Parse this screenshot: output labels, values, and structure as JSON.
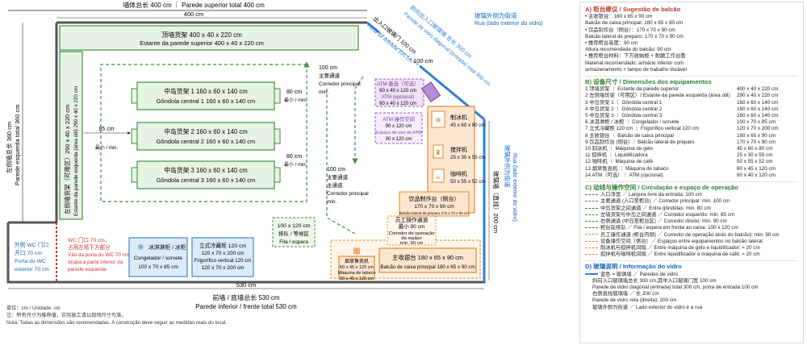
{
  "dims": {
    "top_total": "墙体总长 400 cm ｜ Parede superior total 400 cm",
    "top_400": "400 cm",
    "left_total_cn": "左侧墙总长 360 cm",
    "left_total_pt": "Parede esquerda total 360 cm",
    "bottom_530": "530 cm",
    "bottom_cn": "前墙 / 底墙总长 530 cm",
    "bottom_pt": "Parede inferior / frente total 530 cm",
    "right_glass_cn": "玻璃墙（直线）200 cm",
    "right_glass_pt": "Rua (lado exterior do vidro)",
    "right_glass_side": "玻璃外侧为街道",
    "diag_cn": "斜向出入口玻璃墙 总长 300 cm",
    "diag_pt": "Parede de vidro diagonal (entrada) total 300 cm",
    "entry_cn": "出入口玻璃门 100 cm",
    "entry_pt": "Porta de entrada 100 cm",
    "entry_100": "100 cm",
    "street_cn": "玻璃外侧为街道",
    "street_pt": "Rua (lado exterior do vidro)"
  },
  "zones": {
    "top_shelf_cn": "顶墙货架  400 x 40 x 220 cm",
    "top_shelf_pt": "Estante da parede superior  400 x 40 x 220 cm",
    "left_shelf_cn": "左侧墙货架（可用区）290 x 40 x 220 cm",
    "left_shelf_pt": "Estante da parede esquerda (área útil) 290 x 40 x 220 cm",
    "g1_cn": "中岛货架 1  160 x 60 x 140 cm",
    "g1_pt": "Gôndola central 1  160 x 60 x 140 cm",
    "g2_cn": "中岛货架 2  160 x 60 x 140 cm",
    "g2_pt": "Gôndola central 2  160 x 60 x 140 cm",
    "g3_cn": "中岛货架 3  160 x 60 x 140 cm",
    "g3_pt": "Gôndola central 3  160 x 60 x 140 cm",
    "aisle85_a": "85 cm",
    "aisle85_b": "最小 / min.",
    "aisle80_1a": "80 cm",
    "aisle80_1b": "最小 / min.",
    "aisle80_2a": "80 cm",
    "aisle80_2b": "最小 / min.",
    "main1_a": "100 cm",
    "main1_b": "主要通道",
    "main1_c": "Corredor principal",
    "main1_d": "min.",
    "main2_a": "100 cm",
    "main2_b": "主要通道",
    "main2_c": "主通道",
    "main2_d": "Corredor principal",
    "main2_e": "min.",
    "queue_a": "100 x 120 cm",
    "queue_b": "排队 / 等候区",
    "queue_c": "Fila / espera",
    "wc_outer_a": "外侧 WC 门口",
    "wc_outer_b": "开口 70 cm",
    "wc_outer_c": "Porta do WC",
    "wc_outer_d": "exterior 70 cm",
    "wc_red_a": "WC 门口 70 cm，",
    "wc_red_b": "占用左墙下方部分",
    "wc_red_c": "Vão da porta do WC 70 cm,",
    "wc_red_d": "ocupa a parte inferior da",
    "wc_red_e": "parede esquerda",
    "freezer_a": "冰淇淋柜 / 冰柜",
    "freezer_b": "Congelador / sorvete",
    "freezer_c": "100 x 70 x 85 cm",
    "fridge_a": "立式冷藏柜 120 cm",
    "fridge_b": "120 x 70 x 200 cm",
    "fridge_c": "Frigorífico vertical 120 cm",
    "fridge_d": "120 x 70 x 200 cm",
    "tobacco_a": "烟草售卖机",
    "tobacco_b": "60 x 45 x 120 cm",
    "tobacco_c": "Máquina de tabaco",
    "tobacco_d": "60 x 45 x 120 cm",
    "cashier_a": "主收银台  180 x 65 x 90 cm",
    "cashier_b": "Balcão de caixa principal 180 x 65 x 90 cm",
    "atm_a": "ATM 备选（可选）",
    "atm_b": "60 x 40 x 120 cm",
    "atm_c": "ATM (opcional)",
    "atm_d": "60 x 40 x 120 cm",
    "atm_space_a": "ATM 操作空间",
    "atm_space_b": "90 x 120 cm",
    "atm_space_c": "Espaço de uso do ATM",
    "atm_space_d": "90 x 120 cm",
    "ice_a": "制冰机",
    "ice_b": "45 x 60 x 80 cm",
    "mixer_a": "搅拌机",
    "mixer_b": "25 x 30 x 55 cm",
    "coffee_a": "咖啡机",
    "coffee_b": "50 x 55 x 52 cm",
    "drink_a": "饮品制作台（侧台）",
    "drink_b": "170 x 70 x 90 cm",
    "drink_c": "Balcão lateral de preparo 170 x 70 x 90 cm",
    "staff_a": "员工操作通道",
    "staff_b": "最小 90 cm",
    "staff_c": "Corredor de operação",
    "staff_d": "da equipe",
    "staff_e": "mín. 90 cm",
    "right_glass": "玻璃墙（直线）200 cm"
  },
  "notes": {
    "line1": "单位：cm / Unidade: cm",
    "line2": "注：所有尺寸为推荐值，实际施工请以现场尺寸为准。",
    "line3": "Nota: Todas as dimensões são recomendadas. A construção deve seguir as medidas reais do local."
  },
  "legend": {
    "A": {
      "title": "A)  柜台建议 / Sugestão de balcão",
      "lines": [
        "•  主收银台：180 x 65 x 90 cm",
        "   Balcão de caixa principal: 180 x 65 x 90 cm",
        "•  饮品制作台（侧台）：170 x 70 x 90 cm",
        "   Balcão lateral de preparo: 170 x 70 x 90 cm",
        "•  推荐柜台高度：90 cm",
        "   Altura recomendada do balcão: 90 cm",
        "•  推荐柜台材料：下方收纳柜 + 耐磨工作台面",
        "   Material recomendado: armário inferior com",
        "   armazenamento + tampo de trabalho durável"
      ]
    },
    "B": {
      "title": "B)  设备尺寸 / Dimensões dos equipamentos",
      "rows": [
        {
          "k": "1   顶墙货架 ｜ Estante da parede superior",
          "v": "400 x 40 x 220 cm"
        },
        {
          "k": "2   左侧墙货架（可用区）/ Estante da parede esquerda (área útil)",
          "v": "290 x 40 x 220 cm"
        },
        {
          "k": "3   中岛货架 1 ｜ Gôndola central 1",
          "v": "160 x 60 x 140 cm"
        },
        {
          "k": "4   中岛货架 2 ｜ Gôndola central 2",
          "v": "160 x 60 x 140 cm"
        },
        {
          "k": "5   中岛货架 3 ｜ Gôndola central 3",
          "v": "160 x 60 x 140 cm"
        },
        {
          "k": "6   冰淇淋柜 / 冰柜 ｜ Congelador / sorvete",
          "v": "100 x 70 x 85 cm"
        },
        {
          "k": "7   立式冷藏柜 120 cm ｜ Frigorífico vertical 120 cm",
          "v": "120 x 70 x 200 cm"
        },
        {
          "k": "8   主收银台 ｜ Balcão de caixa principal",
          "v": "180 x 65 x 90 cm"
        },
        {
          "k": "9   饮品制作台 (侧台) ｜ Balcão lateral de preparo",
          "v": "170 x 70 x 90 cm"
        },
        {
          "k": "10  制冰机 ｜ Máquina de gelo",
          "v": "45 x 60 x 80 cm"
        },
        {
          "k": "11  搅拌机 ｜ Liquidificadora",
          "v": "25 x 30 x 55 cm"
        },
        {
          "k": "12  咖啡机 ｜ Máquina de café",
          "v": "50 x 55 x 52 cm"
        },
        {
          "k": "13  烟草售卖机 ｜ Máquina de tabaco",
          "v": "60 x 45 x 120 cm"
        },
        {
          "k": "14  ATM（可选）｜ ATM (opcional)",
          "v": "60 x 40 x 120 cm"
        }
      ]
    },
    "C": {
      "title": "C)  动线与操作空间 / Circulação e espaço de operação",
      "rows": [
        "入口净宽 ／ Largura livre da entrada: 100 cm",
        "主要通道 (入口至柜台) ／ Corredor principal: min. 100 cm",
        "中岛货架之间通道 ／ Entre gôndolas: min. 80 cm",
        "左墙货架与中岛之间通道 ／ Corredor esquerdo: min. 85 cm",
        "右侧通道 (中岛至柜台区) ／ Corredor direito: min. 90 cm",
        "柜台前排队 ／ Fila / espera em frente ao caixa: 100 x 120 cm",
        "员工操作通道 (柜台内侧) ／ Corredor de operação atrás do balcão): min. 90 cm",
        "设备操作空间（侧台）／ Espaços entre equipamentos no balcão lateral:",
        "制冰机与搅拌机间隔 ／ Entre máquina de gelo e liquidificador: ≈ 20 cm",
        "搅拌机与咖啡机间隔 ／ Entre liquidificador e máquina de café: ≈ 20 cm"
      ]
    },
    "D": {
      "title": "D)  玻璃说明 / Informação do vidro",
      "rows": [
        "蓝色 = 玻璃墙 ／ Paredes de vidro",
        "斜向入口玻璃墙总长 300 cm,其中入口玻璃门宽 100 cm",
        "Parede de vidro diagonal (entrada) total 300 cm, porta de entrada 100 cm",
        "右侧直线玻璃墙 ／ 长 200 cm",
        "Parede de vidro reta (direita): 200 cm",
        "玻璃外侧为街道 ／ Lado exterior do vidro é a rua"
      ]
    }
  },
  "colors": {
    "shelf_fill": "#e8f3e4",
    "shelf_stroke": "#3f8f46",
    "wall": "#555555",
    "glass": "#2f7fd6",
    "counter_fill": "#fde6cf",
    "counter_stroke": "#e8872a",
    "cold_fill": "#dcebfa",
    "cold_stroke": "#4a86c8",
    "atm_fill": "#efe1f7",
    "atm_stroke": "#9a5cc6",
    "accent_red": "#d0352b"
  }
}
